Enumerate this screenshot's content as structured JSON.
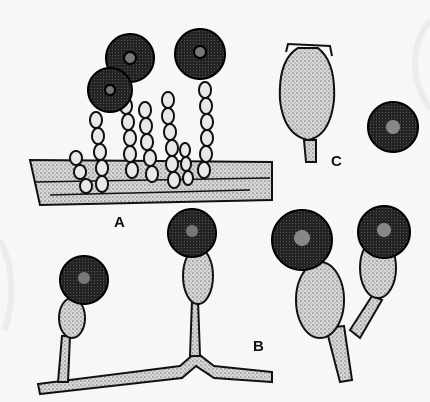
{
  "figure": {
    "panels": [
      {
        "id": "A",
        "label": "A"
      },
      {
        "id": "B",
        "label": "B"
      },
      {
        "id": "C",
        "label": "C"
      }
    ]
  },
  "colors": {
    "ink": "#111111",
    "paper": "#f7f7f5",
    "stipple": "#9a9a9a"
  }
}
